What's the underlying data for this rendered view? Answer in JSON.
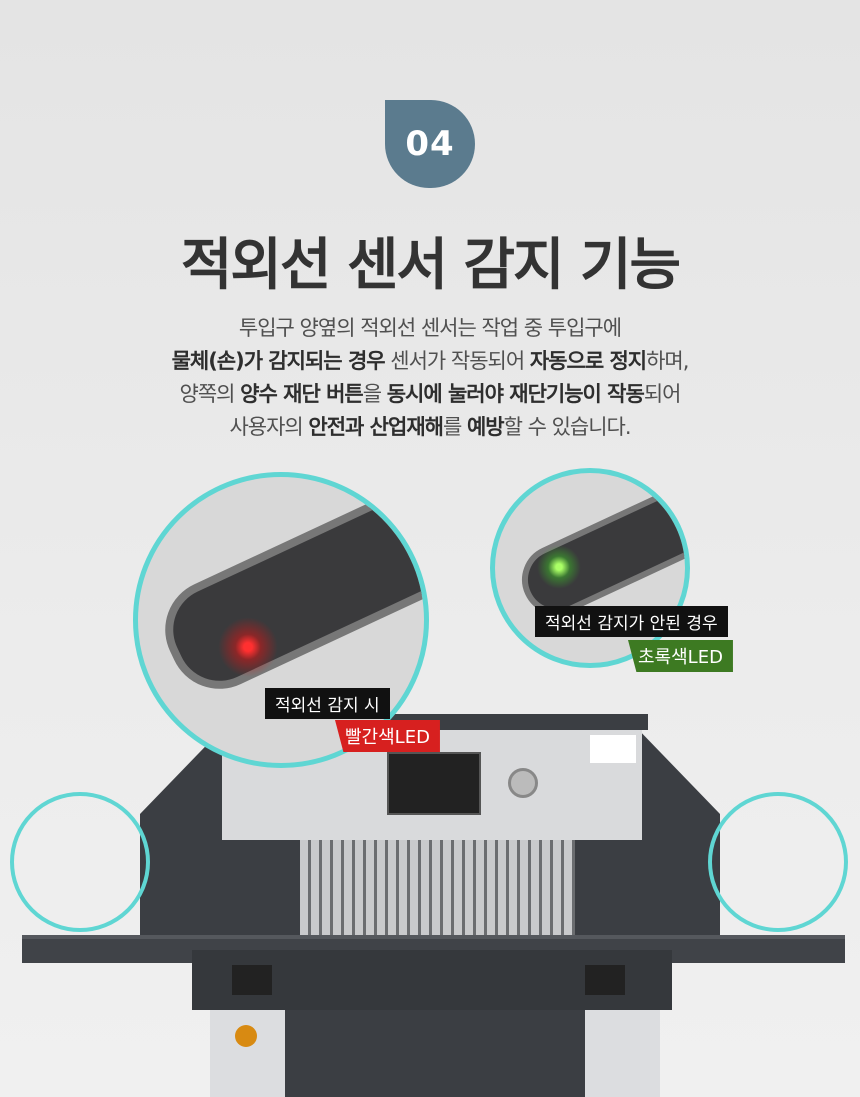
{
  "badge": "04",
  "title": "적외선 센서 감지 기능",
  "description": [
    [
      {
        "t": "투입구 양옆의 적외선 센서는 작업 중 투입구에",
        "b": false
      }
    ],
    [
      {
        "t": "물체(손)가 감지되는 경우",
        "b": true
      },
      {
        "t": " 센서가 작동되어 ",
        "b": false
      },
      {
        "t": "자동으로 정지",
        "b": true
      },
      {
        "t": "하며,",
        "b": false
      }
    ],
    [
      {
        "t": "양쪽의 ",
        "b": false
      },
      {
        "t": "양수 재단 버튼",
        "b": true
      },
      {
        "t": "을 ",
        "b": false
      },
      {
        "t": "동시에 눌러야 재단기능이 작동",
        "b": true
      },
      {
        "t": "되어",
        "b": false
      }
    ],
    [
      {
        "t": "사용자의 ",
        "b": false
      },
      {
        "t": "안전과 산업재해",
        "b": true
      },
      {
        "t": "를 ",
        "b": false
      },
      {
        "t": "예방",
        "b": true
      },
      {
        "t": "할 수 있습니다.",
        "b": false
      }
    ]
  ],
  "labels": {
    "detected": "적외선 감지 시",
    "detected_led": "빨간색LED",
    "not_detected": "적외선 감지가 안된 경우",
    "not_detected_led": "초록색LED"
  },
  "colors": {
    "accent": "#5b7b8e",
    "ring": "#5fd6d3",
    "red": "#d7201f",
    "green": "#3d7a22"
  }
}
